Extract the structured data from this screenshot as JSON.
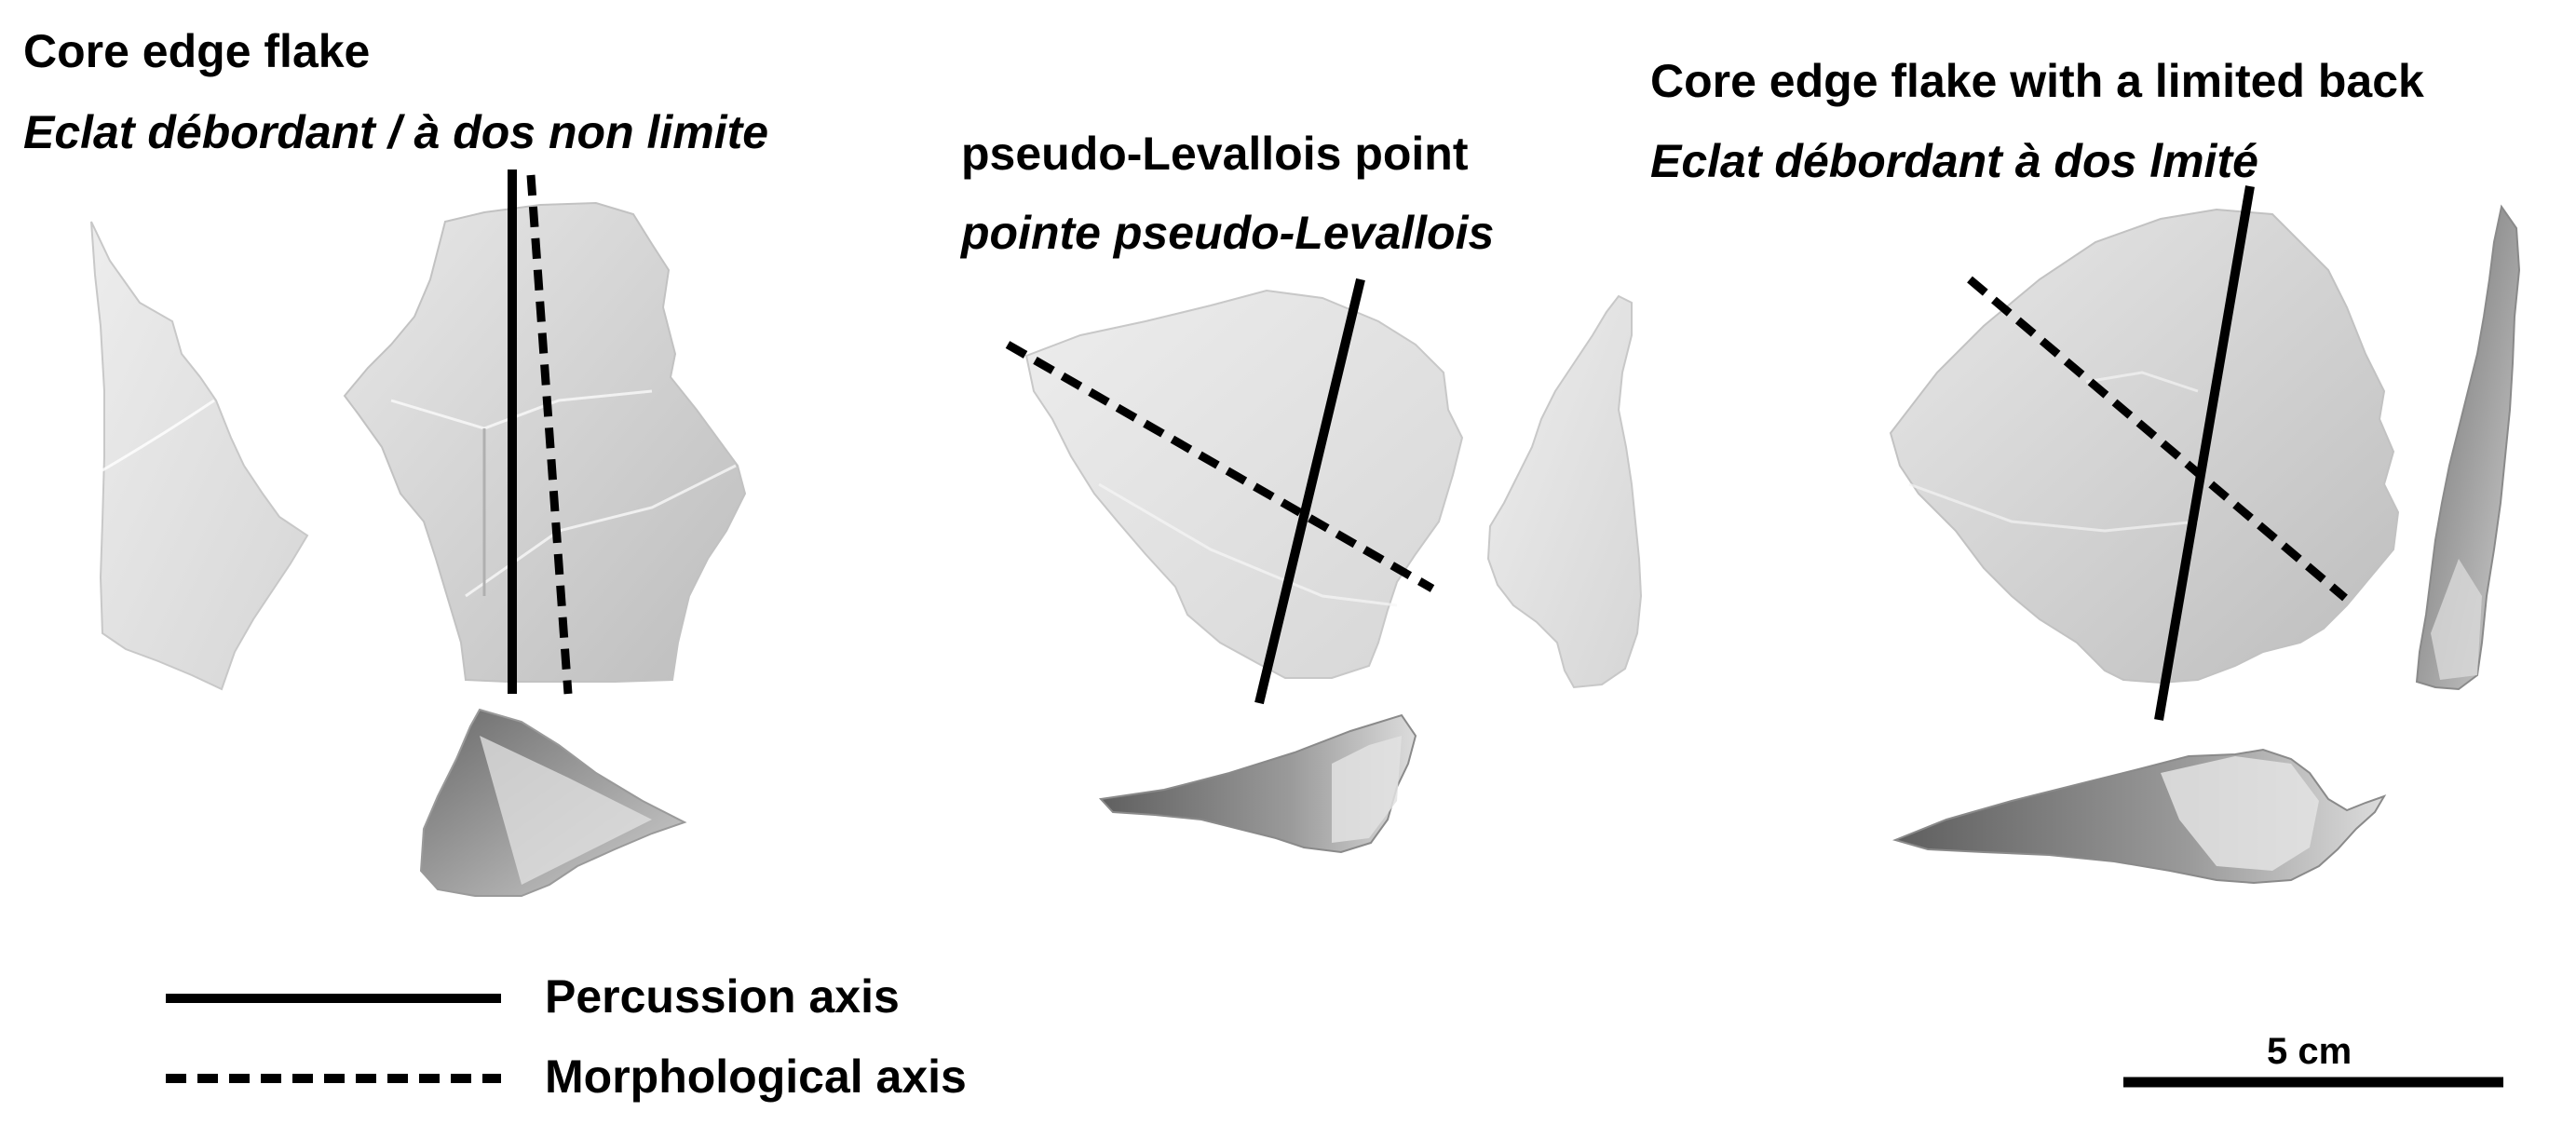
{
  "artifacts": [
    {
      "title": "Core edge flake",
      "subtitle": "Eclat débordant / à dos non limite"
    },
    {
      "title": "pseudo-Levallois point",
      "subtitle": "pointe pseudo-Levallois"
    },
    {
      "title": "Core edge flake with a limited back",
      "subtitle": "Eclat débordant à dos lmité"
    }
  ],
  "legend": {
    "solid_label": "Percussion axis",
    "dashed_label": "Morphological axis"
  },
  "scale_bar": {
    "label": "5 cm"
  },
  "colors": {
    "stone_light": "#e6e6e6",
    "stone_mid": "#cfcfcf",
    "stone_dark": "#7a7a7a",
    "axis": "#000000"
  }
}
